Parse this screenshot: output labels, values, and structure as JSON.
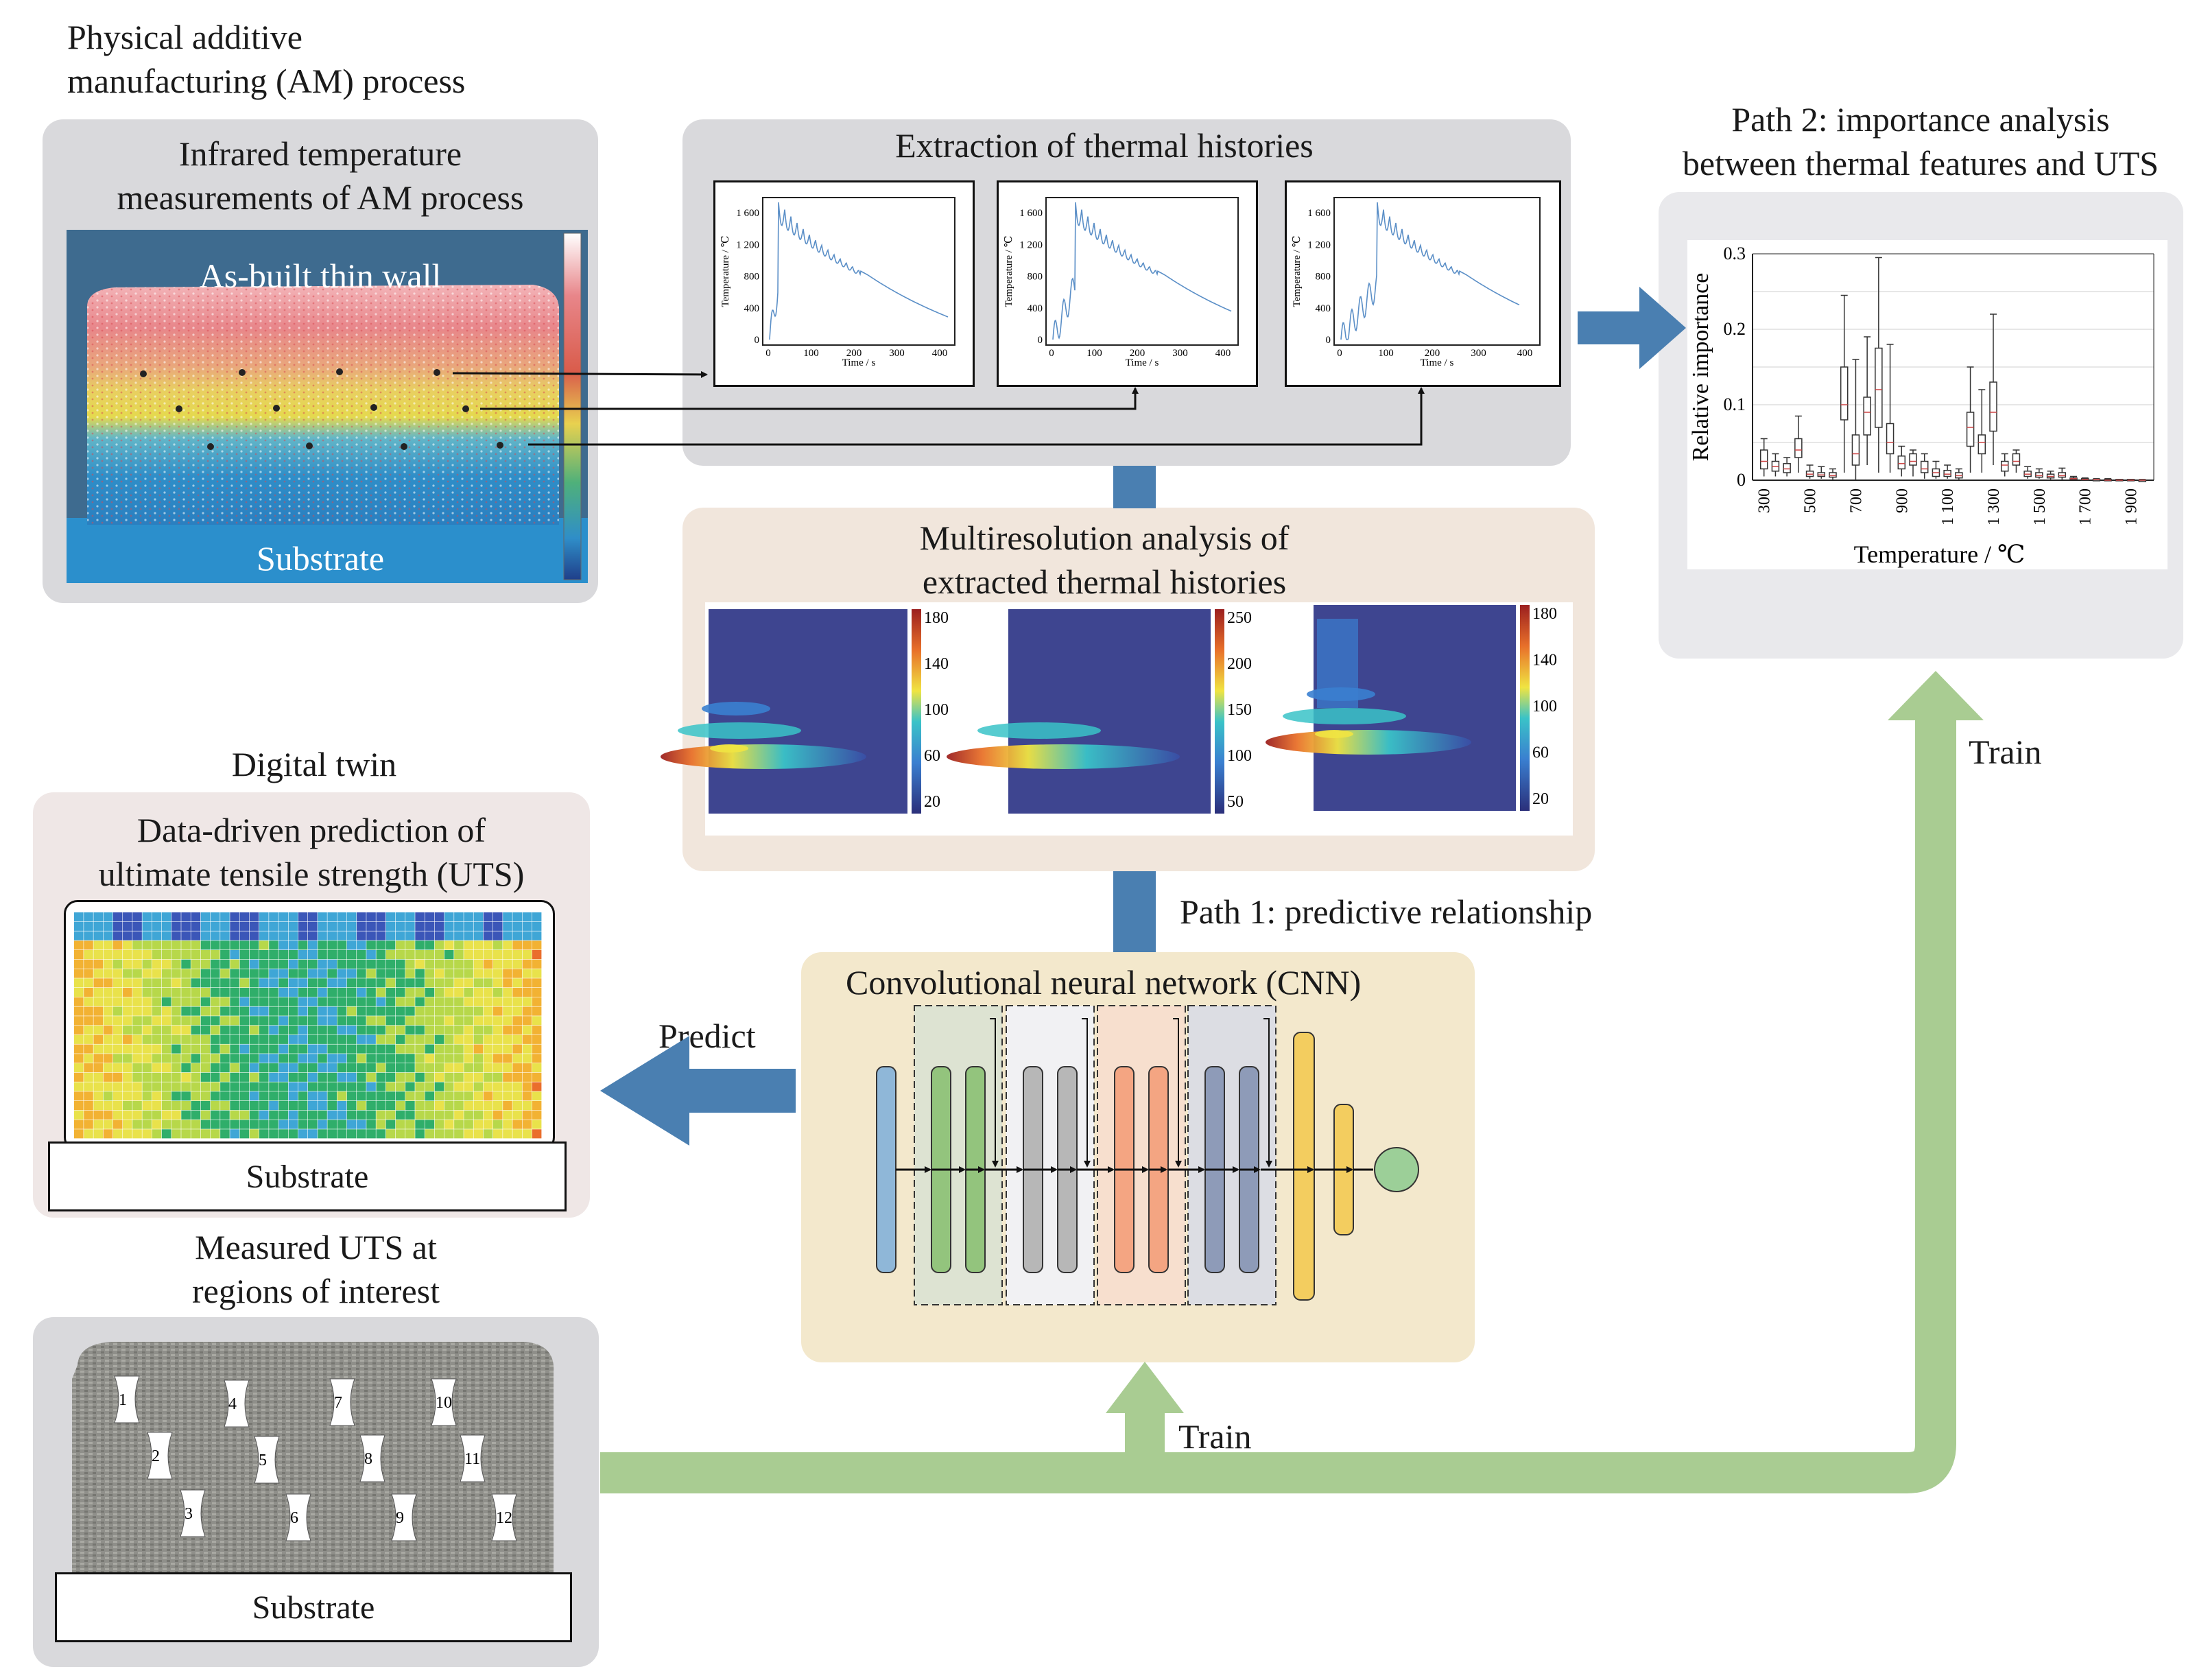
{
  "sections": {
    "physical_am": "Physical additive\nmanufacturing (AM) process",
    "infrared_title": "Infrared temperature\nmeasurements of AM process",
    "as_built_label": "As-built thin wall",
    "substrate_label": "Substrate",
    "extraction_title": "Extraction of thermal histories",
    "multires_title": "Multiresolution analysis of\nextracted thermal histories",
    "path2_title": "Path 2: importance analysis\nbetween thermal features and UTS",
    "digital_twin": "Digital twin",
    "data_driven_title": "Data-driven prediction of\nultimate tensile strength (UTS)",
    "cnn_title": "Convolutional neural network (CNN)",
    "path1_label": "Path 1: predictive relationship",
    "predict_label": "Predict",
    "train_label_top": "Train",
    "train_label_bottom": "Train",
    "measured_uts_title": "Measured UTS at\nregions of interest"
  },
  "specimen_labels": [
    "1",
    "2",
    "3",
    "4",
    "5",
    "6",
    "7",
    "8",
    "9",
    "10",
    "11",
    "12"
  ],
  "thermal_plots": [
    {
      "ylabel": "Temperature / ℃",
      "xlabel": "Time / s",
      "yticks": [
        "0",
        "400",
        "800",
        "1 200",
        "1 600"
      ],
      "xticks": [
        "0",
        "100",
        "200",
        "300",
        "400"
      ]
    },
    {
      "ylabel": "Temperature / ℃",
      "xlabel": "Time / s",
      "yticks": [
        "0",
        "400",
        "800",
        "1 200",
        "1 600"
      ],
      "xticks": [
        "0",
        "100",
        "200",
        "300",
        "400"
      ]
    },
    {
      "ylabel": "Temperature / ℃",
      "xlabel": "Time / s",
      "yticks": [
        "0",
        "400",
        "800",
        "1 200",
        "1 600"
      ],
      "xticks": [
        "0",
        "100",
        "200",
        "300",
        "400"
      ]
    }
  ],
  "scalograms": [
    {
      "colorbar_ticks": [
        "180",
        "140",
        "100",
        "60",
        "20"
      ]
    },
    {
      "colorbar_ticks": [
        "250",
        "200",
        "150",
        "100",
        "50"
      ]
    },
    {
      "colorbar_ticks": [
        "180",
        "140",
        "100",
        "60",
        "20"
      ]
    }
  ],
  "chart_data": {
    "type": "box",
    "xlabel": "Temperature / ℃",
    "ylabel": "Relative importance",
    "ylim": [
      0,
      0.3
    ],
    "yticks": [
      "0",
      "0.1",
      "0.2",
      "0.3"
    ],
    "xtick_labels": [
      "300",
      "500",
      "700",
      "900",
      "1 100",
      "1 300",
      "1 500",
      "1 700",
      "1 900"
    ],
    "xtick_values": [
      300,
      500,
      700,
      900,
      1100,
      1300,
      1500,
      1700,
      1900
    ],
    "grid": true,
    "boxes": [
      {
        "x": 300,
        "min": 0.005,
        "q1": 0.015,
        "med": 0.025,
        "q3": 0.04,
        "max": 0.055
      },
      {
        "x": 350,
        "min": 0.005,
        "q1": 0.012,
        "med": 0.018,
        "q3": 0.025,
        "max": 0.035
      },
      {
        "x": 400,
        "min": 0.005,
        "q1": 0.01,
        "med": 0.015,
        "q3": 0.022,
        "max": 0.03
      },
      {
        "x": 450,
        "min": 0.01,
        "q1": 0.03,
        "med": 0.04,
        "q3": 0.055,
        "max": 0.085
      },
      {
        "x": 500,
        "min": 0.002,
        "q1": 0.005,
        "med": 0.008,
        "q3": 0.012,
        "max": 0.02
      },
      {
        "x": 550,
        "min": 0.002,
        "q1": 0.005,
        "med": 0.007,
        "q3": 0.01,
        "max": 0.018
      },
      {
        "x": 600,
        "min": 0.001,
        "q1": 0.004,
        "med": 0.006,
        "q3": 0.01,
        "max": 0.015
      },
      {
        "x": 650,
        "min": 0.01,
        "q1": 0.08,
        "med": 0.1,
        "q3": 0.15,
        "max": 0.245
      },
      {
        "x": 700,
        "min": 0.0,
        "q1": 0.02,
        "med": 0.035,
        "q3": 0.06,
        "max": 0.16
      },
      {
        "x": 750,
        "min": 0.02,
        "q1": 0.06,
        "med": 0.09,
        "q3": 0.11,
        "max": 0.19
      },
      {
        "x": 800,
        "min": 0.01,
        "q1": 0.07,
        "med": 0.12,
        "q3": 0.175,
        "max": 0.295
      },
      {
        "x": 850,
        "min": 0.01,
        "q1": 0.035,
        "med": 0.05,
        "q3": 0.075,
        "max": 0.18
      },
      {
        "x": 900,
        "min": 0.005,
        "q1": 0.015,
        "med": 0.022,
        "q3": 0.032,
        "max": 0.045
      },
      {
        "x": 950,
        "min": 0.005,
        "q1": 0.02,
        "med": 0.025,
        "q3": 0.035,
        "max": 0.04
      },
      {
        "x": 1000,
        "min": 0.002,
        "q1": 0.01,
        "med": 0.015,
        "q3": 0.025,
        "max": 0.035
      },
      {
        "x": 1050,
        "min": 0.002,
        "q1": 0.005,
        "med": 0.01,
        "q3": 0.015,
        "max": 0.025
      },
      {
        "x": 1100,
        "min": 0.002,
        "q1": 0.005,
        "med": 0.008,
        "q3": 0.013,
        "max": 0.02
      },
      {
        "x": 1150,
        "min": 0.001,
        "q1": 0.003,
        "med": 0.006,
        "q3": 0.01,
        "max": 0.015
      },
      {
        "x": 1200,
        "min": 0.01,
        "q1": 0.045,
        "med": 0.07,
        "q3": 0.09,
        "max": 0.15
      },
      {
        "x": 1250,
        "min": 0.01,
        "q1": 0.035,
        "med": 0.05,
        "q3": 0.06,
        "max": 0.12
      },
      {
        "x": 1300,
        "min": 0.02,
        "q1": 0.065,
        "med": 0.09,
        "q3": 0.13,
        "max": 0.22
      },
      {
        "x": 1350,
        "min": 0.005,
        "q1": 0.012,
        "med": 0.02,
        "q3": 0.025,
        "max": 0.035
      },
      {
        "x": 1400,
        "min": 0.01,
        "q1": 0.02,
        "med": 0.025,
        "q3": 0.035,
        "max": 0.04
      },
      {
        "x": 1450,
        "min": 0.002,
        "q1": 0.005,
        "med": 0.008,
        "q3": 0.012,
        "max": 0.018
      },
      {
        "x": 1500,
        "min": 0.002,
        "q1": 0.004,
        "med": 0.006,
        "q3": 0.01,
        "max": 0.015
      },
      {
        "x": 1550,
        "min": 0.001,
        "q1": 0.003,
        "med": 0.005,
        "q3": 0.008,
        "max": 0.012
      },
      {
        "x": 1600,
        "min": 0.001,
        "q1": 0.004,
        "med": 0.006,
        "q3": 0.01,
        "max": 0.016
      },
      {
        "x": 1650,
        "min": 0.0,
        "q1": 0.001,
        "med": 0.002,
        "q3": 0.003,
        "max": 0.005
      },
      {
        "x": 1700,
        "min": 0.0,
        "q1": 0.0,
        "med": 0.001,
        "q3": 0.002,
        "max": 0.003
      },
      {
        "x": 1750,
        "min": 0.0,
        "q1": 0.0,
        "med": 0.001,
        "q3": 0.001,
        "max": 0.002
      },
      {
        "x": 1800,
        "min": 0.0,
        "q1": 0.0,
        "med": 0.0,
        "q3": 0.001,
        "max": 0.002
      },
      {
        "x": 1850,
        "min": 0.0,
        "q1": 0.0,
        "med": 0.0,
        "q3": 0.001,
        "max": 0.001
      },
      {
        "x": 1900,
        "min": 0.0,
        "q1": 0.0,
        "med": 0.0,
        "q3": 0.001,
        "max": 0.001
      },
      {
        "x": 1950,
        "min": 0.0,
        "q1": 0.0,
        "med": 0.0,
        "q3": 0.0,
        "max": 0.001
      }
    ]
  },
  "colors": {
    "flow_blue": "#4a7fb1",
    "train_green": "#a9cc92",
    "cnn_blue": "#8fb7d8",
    "cnn_green": "#93c47d",
    "cnn_gray": "#b7b7b7",
    "cnn_orange": "#f4a582",
    "cnn_slate": "#8e9bb8",
    "cnn_yellow": "#f3cd5f",
    "cnn_circle": "#9ccf98"
  }
}
